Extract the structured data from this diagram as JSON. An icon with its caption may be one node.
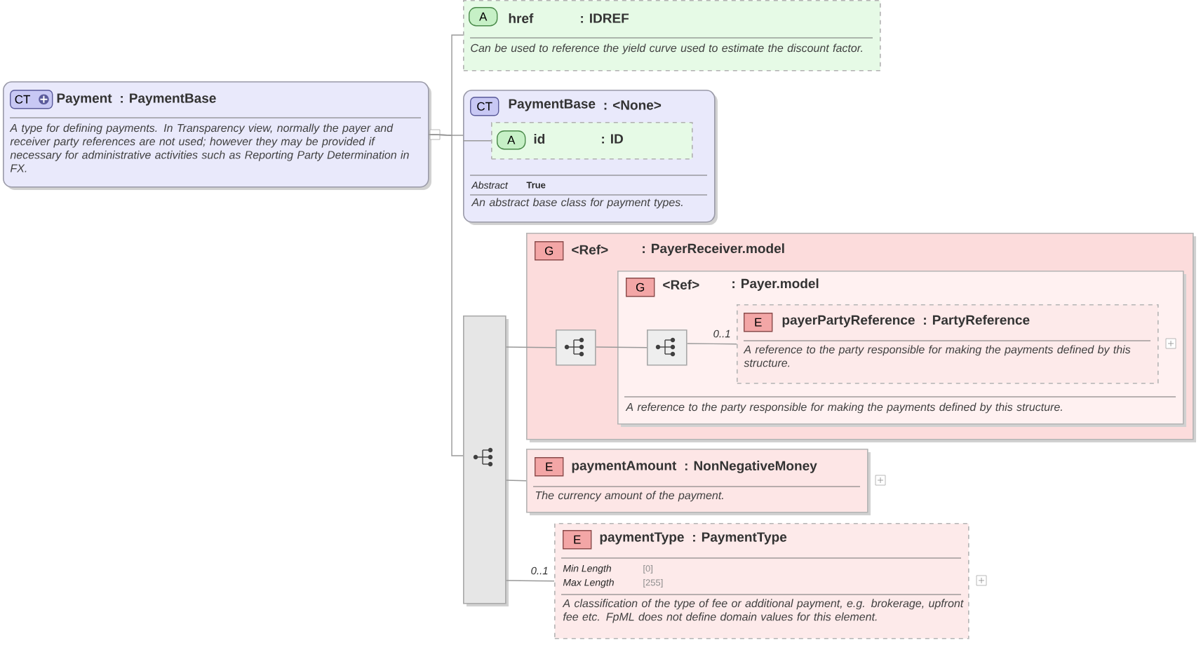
{
  "diagram": {
    "nodes": [
      {
        "text": [
          "CT",
          "Payment",
          ": PaymentBase",
          "A type for defining payments. In Transparency view, normally the payer and receiver party references are not used; however they may be provided if necessary for administrative activities such as Reporting Party Determination in FX."
        ]
      },
      {
        "text": [
          "A",
          "href",
          ": IDREF",
          "Can be used to reference the yield curve used to estimate the discount factor."
        ]
      },
      {
        "text": [
          "CT",
          "PaymentBase",
          ": <None>",
          "Abstract",
          "True",
          "An abstract base class for payment types."
        ]
      },
      {
        "text": [
          "A",
          "id",
          ": ID"
        ],
        "in": 2
      },
      {
        "text": [],
        "shape": "bar"
      },
      {
        "text": [
          "G",
          "<Ref>",
          ": PayerReceiver.model"
        ]
      },
      {
        "text": [],
        "shape": "box",
        "in": 5
      },
      {
        "text": [
          "G",
          "<Ref>",
          ": Payer.model",
          "A reference to the party responsible for making the payments defined by this structure."
        ],
        "in": 5
      },
      {
        "text": [],
        "shape": "box",
        "in": 7
      },
      {
        "text": [
          "E",
          "payerPartyReference",
          ": PartyReference",
          "A reference to the party responsible for making the payments defined by this structure."
        ],
        "in": 7
      },
      {
        "text": [
          "E",
          "paymentAmount",
          ": NonNegativeMoney",
          "The currency amount of the payment."
        ]
      },
      {
        "text": [
          "E",
          "paymentType",
          ": PaymentType",
          "Min Length",
          "[0]",
          "Max Length",
          "[255]",
          "A classification of the type of fee or additional payment, e.g. brokerage, upfront fee etc. FpML does not define domain values for this element."
        ]
      }
    ],
    "edges": [
      {
        "from": 0,
        "to": 1,
        "arrow": "none"
      },
      {
        "from": 0,
        "to": 2,
        "arrow": "none"
      },
      {
        "from": 2,
        "to": 3,
        "arrow": "none"
      },
      {
        "from": 0,
        "to": 4,
        "arrow": "none"
      },
      {
        "from": 4,
        "to": 6,
        "arrow": "none"
      },
      {
        "from": 6,
        "to": 8,
        "arrow": "none"
      },
      {
        "from": 8,
        "to": 9,
        "arrow": "none",
        "label": "0..1"
      },
      {
        "from": 4,
        "to": 10,
        "arrow": "none"
      },
      {
        "from": 4,
        "to": 11,
        "arrow": "none",
        "label": "0..1"
      }
    ]
  }
}
